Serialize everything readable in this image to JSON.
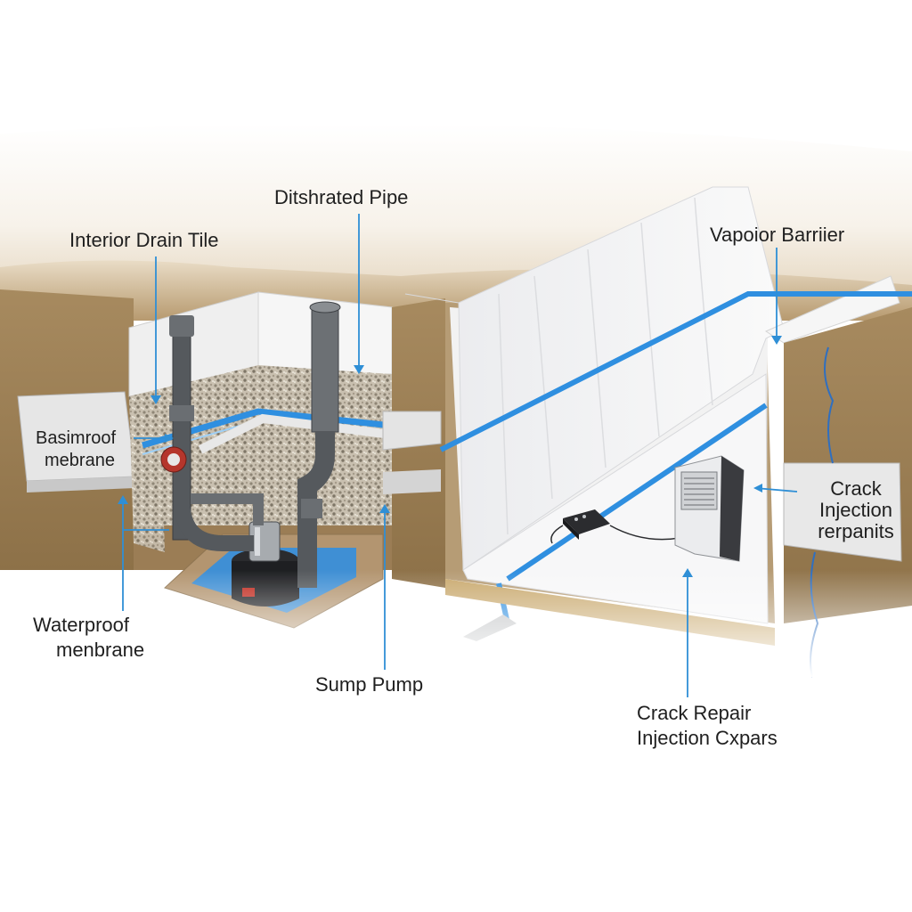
{
  "labels": {
    "perforated_pipe": "Ditshrated Pipe",
    "interior_drain_tile": "Interior Drain Tile",
    "vapor_barrier": "Vapoior Barriier",
    "basement_membrane": {
      "line1": "Basimroof",
      "line2": "mebrane"
    },
    "waterproof_membrane": {
      "line1": "Waterproof",
      "line2": "menbrane"
    },
    "sump_pump": "Sump Pump",
    "crack_injection": {
      "line1": "Crack",
      "line2": "Injection",
      "line3": "rerpanits"
    },
    "crack_repair": {
      "line1": "Crack Repair",
      "line2": "Injection Cxpars"
    }
  },
  "colors": {
    "callout_line": "#2f8fd6",
    "membrane_blue": "#2f8fe0",
    "soil": "#a0825a",
    "soil_dark": "#7d6240",
    "gravel": "#bdb3a2",
    "barrier_white": "#f3f4f6",
    "pipe": "#505458",
    "pump_body": "#1e1f22",
    "pit_water": "#3f8fd4",
    "concrete": "#dedfe0"
  },
  "icons": {
    "dehumidifier": "dehumidifier-icon",
    "controller": "controller-icon"
  }
}
